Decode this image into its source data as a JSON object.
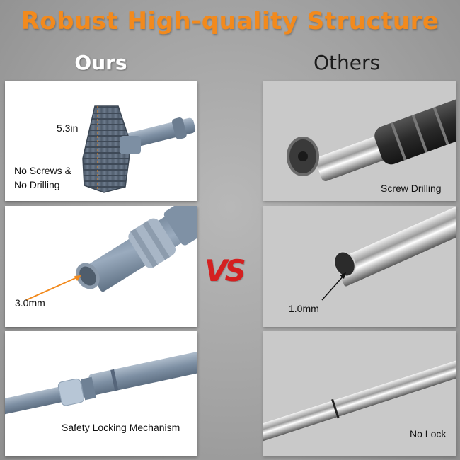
{
  "title": "Robust High-quality Structure",
  "columns": {
    "ours": "Ours",
    "others": "Others"
  },
  "vs_text": "VS",
  "ours_panels": [
    {
      "size_label": "5.3in",
      "caption_line1": "No Screws &",
      "caption_line2": "No Drilling"
    },
    {
      "caption": "3.0mm"
    },
    {
      "caption": "Safety Locking Mechanism"
    }
  ],
  "others_panels": [
    {
      "caption": "Screw Drilling"
    },
    {
      "caption": "1.0mm"
    },
    {
      "caption": "No Lock"
    }
  ],
  "colors": {
    "title": "#f28a1d",
    "vs": "#d42020",
    "ours_bar": "#7d8fa3",
    "others_bar": "#d9d9d9"
  }
}
